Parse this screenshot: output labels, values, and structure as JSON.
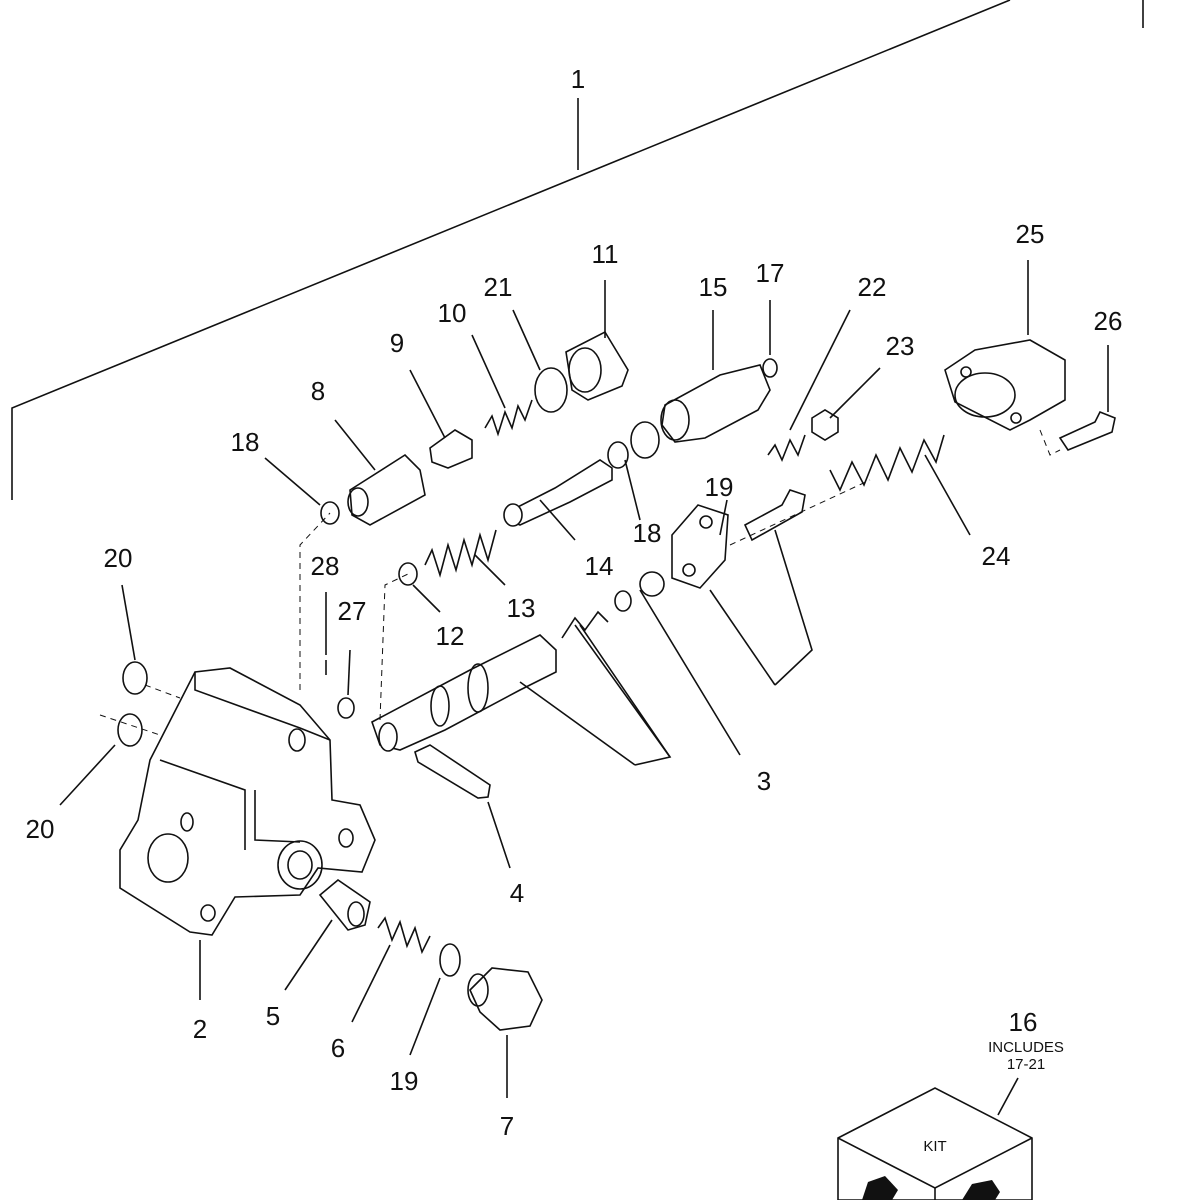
{
  "callouts": [
    {
      "id": "c1",
      "text": "1"
    },
    {
      "id": "c2",
      "text": "2"
    },
    {
      "id": "c3",
      "text": "3"
    },
    {
      "id": "c4",
      "text": "4"
    },
    {
      "id": "c5",
      "text": "5"
    },
    {
      "id": "c6",
      "text": "6"
    },
    {
      "id": "c7",
      "text": "7"
    },
    {
      "id": "c8",
      "text": "8"
    },
    {
      "id": "c9",
      "text": "9"
    },
    {
      "id": "c10",
      "text": "10"
    },
    {
      "id": "c11",
      "text": "11"
    },
    {
      "id": "c12",
      "text": "12"
    },
    {
      "id": "c13",
      "text": "13"
    },
    {
      "id": "c14",
      "text": "14"
    },
    {
      "id": "c15",
      "text": "15"
    },
    {
      "id": "c16",
      "text": "16"
    },
    {
      "id": "c17",
      "text": "17"
    },
    {
      "id": "c18a",
      "text": "18"
    },
    {
      "id": "c18b",
      "text": "18"
    },
    {
      "id": "c19a",
      "text": "19"
    },
    {
      "id": "c19b",
      "text": "19"
    },
    {
      "id": "c20a",
      "text": "20"
    },
    {
      "id": "c20b",
      "text": "20"
    },
    {
      "id": "c21",
      "text": "21"
    },
    {
      "id": "c22",
      "text": "22"
    },
    {
      "id": "c23",
      "text": "23"
    },
    {
      "id": "c24",
      "text": "24"
    },
    {
      "id": "c25",
      "text": "25"
    },
    {
      "id": "c26",
      "text": "26"
    },
    {
      "id": "c27",
      "text": "27"
    },
    {
      "id": "c28",
      "text": "28"
    }
  ],
  "kit": {
    "includes_line1": "INCLUDES",
    "includes_line2": "17-21",
    "box_label": "KIT"
  }
}
